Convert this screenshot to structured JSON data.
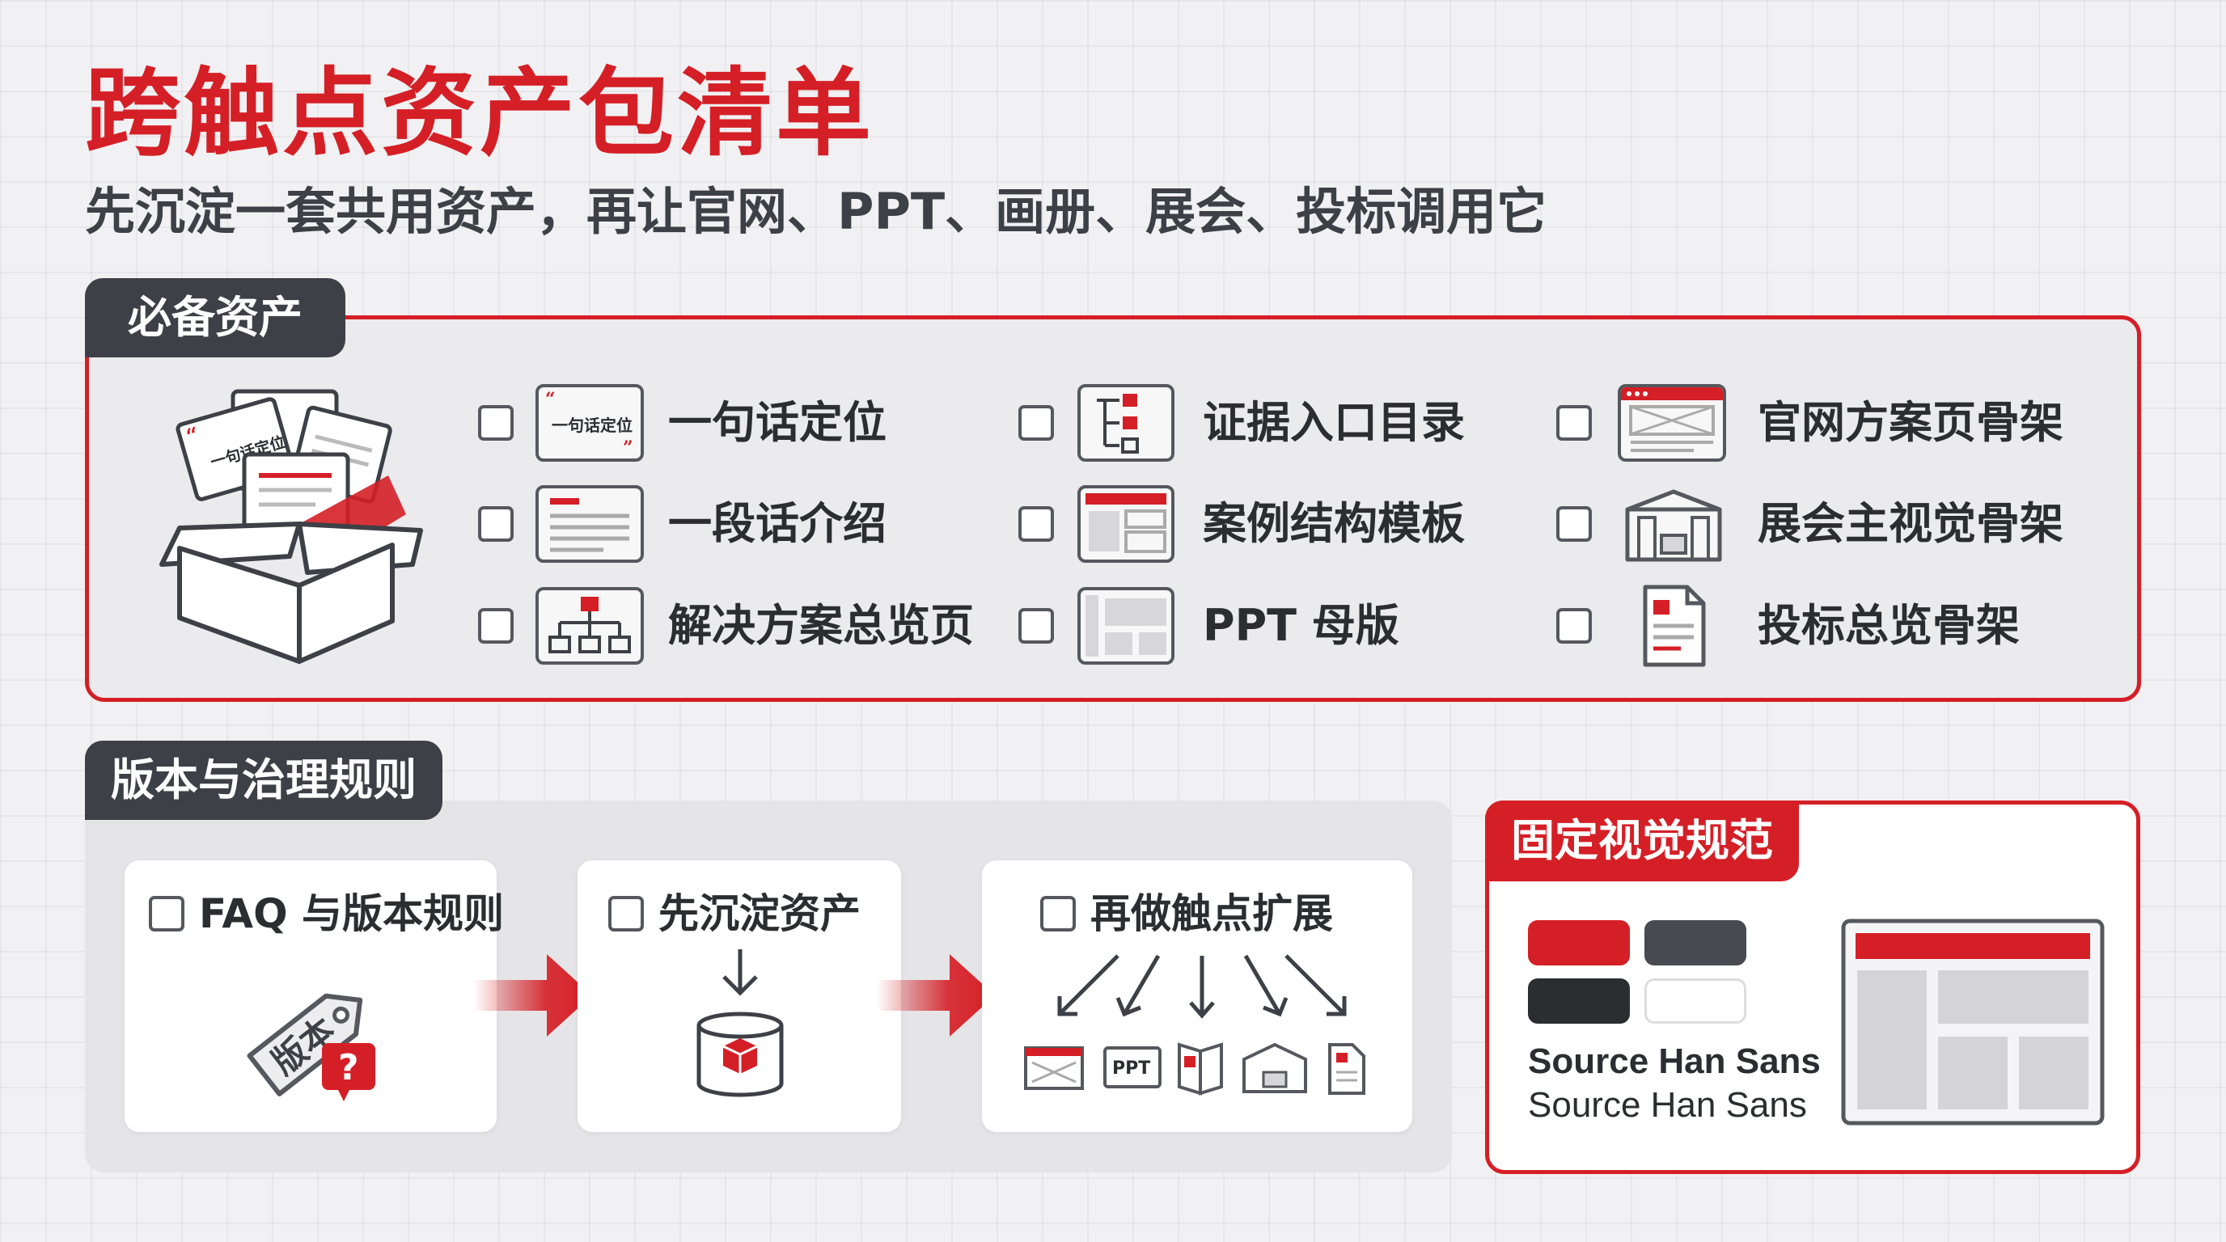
{
  "header": {
    "title": "跨触点资产包清单",
    "subtitle": "先沉淀一套共用资产，再让官网、PPT、画册、展会、投标调用它"
  },
  "required_assets": {
    "tab": "必备资产",
    "box_card_label": "一句话定位",
    "thumb_caption": "一句话定位",
    "items": [
      {
        "label": "一句话定位",
        "icon": "quote-card-icon"
      },
      {
        "label": "一段话介绍",
        "icon": "paragraph-doc-icon"
      },
      {
        "label": "解决方案总览页",
        "icon": "hierarchy-chart-icon"
      },
      {
        "label": "证据入口目录",
        "icon": "directory-tree-icon"
      },
      {
        "label": "案例结构模板",
        "icon": "case-template-icon"
      },
      {
        "label": "PPT 母版",
        "icon": "slide-master-icon"
      },
      {
        "label": "官网方案页骨架",
        "icon": "webpage-wireframe-icon"
      },
      {
        "label": "展会主视觉骨架",
        "icon": "booth-icon"
      },
      {
        "label": "投标总览骨架",
        "icon": "bid-document-icon"
      }
    ]
  },
  "governance": {
    "tab": "版本与治理规则",
    "steps": [
      {
        "label": "FAQ 与版本规则",
        "icon": "version-tag-icon",
        "tag_text": "版本",
        "mark": "?"
      },
      {
        "label": "先沉淀资产",
        "icon": "asset-database-icon"
      },
      {
        "label": "再做触点扩展",
        "icon": "touchpoint-fanout-icon",
        "ppt_text": "PPT"
      }
    ]
  },
  "visual_spec": {
    "tab": "固定视觉规范",
    "colors": [
      "#d51f26",
      "#474a51",
      "#2b2d31",
      "#ffffff"
    ],
    "font_bold": "Source Han Sans",
    "font_regular": "Source Han Sans"
  },
  "colors": {
    "accent": "#d51f26",
    "dark": "#3d4046",
    "background": "#f1f1f3"
  }
}
